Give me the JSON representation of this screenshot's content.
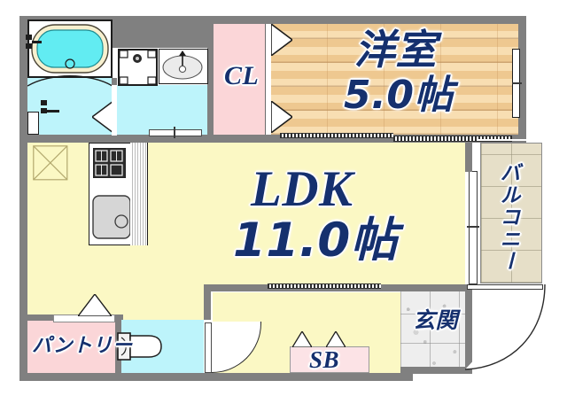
{
  "plan": {
    "type": "japanese-apartment-floor-plan",
    "layout_code": "1LDK",
    "background_color": "#ffffff",
    "wall_color": "#808080",
    "label_color": "#15306e"
  },
  "rooms": [
    {
      "id": "ldk",
      "name_line1": "LDK",
      "name_line2": "11.0帖",
      "size_tatami": 11.0,
      "fill": "#fbf8c4",
      "floor": "vinyl"
    },
    {
      "id": "bedroom",
      "name_line1": "洋室",
      "name_line2": "5.0帖",
      "size_tatami": 5.0,
      "fill": "#f0cb92",
      "floor": "wood"
    },
    {
      "id": "closet",
      "name_line1": "CL",
      "fill": "#fbd6d8",
      "floor": "closet"
    },
    {
      "id": "balcony",
      "name_line1": "バルコニー",
      "fill": "#e6dfc8",
      "floor": "tile"
    },
    {
      "id": "genkan",
      "name_line1": "玄関",
      "fill": "#eeeeee",
      "floor": "stone-tile"
    },
    {
      "id": "pantry",
      "name_line1": "パントリー",
      "fill": "#fbd6d8",
      "floor": "storage"
    },
    {
      "id": "shoebox",
      "name_line1": "SB",
      "fill": "#fce3e6",
      "floor": "storage"
    },
    {
      "id": "bath",
      "name_line1": "",
      "fill": "#bdf4fb",
      "floor": "unit-bath"
    },
    {
      "id": "washroom",
      "name_line1": "",
      "fill": "#bdf4fb",
      "floor": "vanity"
    },
    {
      "id": "toilet",
      "name_line1": "",
      "fill": "#bdf4fb",
      "floor": "toilet"
    }
  ],
  "labels": {
    "ldk_name": "LDK",
    "ldk_area": "11.0帖",
    "bedroom_name": "洋室",
    "bedroom_area": "5.0帖",
    "closet": "CL",
    "balcony": "バルコニー",
    "genkan": "玄関",
    "pantry": "パントリー",
    "shoebox": "SB"
  },
  "fixtures": [
    {
      "id": "bathtub",
      "name": "bathtub-fixture"
    },
    {
      "id": "shower-faucet",
      "name": "shower-faucet-fixture"
    },
    {
      "id": "washer-pan",
      "name": "washing-machine-pan"
    },
    {
      "id": "vanity-sink",
      "name": "vanity-sink-fixture"
    },
    {
      "id": "gas-stove",
      "name": "gas-stove-fixture"
    },
    {
      "id": "kitchen-sink",
      "name": "kitchen-sink-fixture"
    },
    {
      "id": "toilet-bowl",
      "name": "toilet-fixture"
    },
    {
      "id": "pipe-shaft",
      "name": "pipe-shaft-marker"
    }
  ],
  "openings": [
    {
      "id": "entry-door",
      "type": "hinged-door"
    },
    {
      "id": "toilet-door",
      "type": "hinged-door"
    },
    {
      "id": "bath-door",
      "type": "folding-door"
    },
    {
      "id": "washroom-door",
      "type": "hinged-door"
    },
    {
      "id": "pantry-door",
      "type": "folding-door"
    },
    {
      "id": "shoebox-door",
      "type": "folding-door"
    },
    {
      "id": "closet-door",
      "type": "folding-door"
    },
    {
      "id": "bedroom-slider",
      "type": "sliding-door"
    },
    {
      "id": "balcony-slider",
      "type": "sliding-glass-door"
    },
    {
      "id": "bedroom-window",
      "type": "window"
    },
    {
      "id": "washroom-window",
      "type": "window"
    }
  ]
}
